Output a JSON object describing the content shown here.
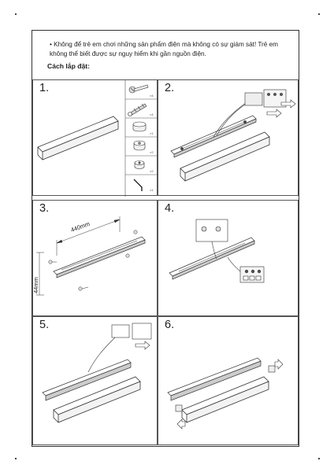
{
  "warning_text": "• Không để trẻ em chơi những sản phẩm điện mà không có sự giám sát! Trẻ em không thể biết được sự nguy hiểm khi gần nguồn điện.",
  "section_title": "Cách lắp đặt:",
  "steps": [
    {
      "number": "1."
    },
    {
      "number": "2."
    },
    {
      "number": "3."
    },
    {
      "number": "4."
    },
    {
      "number": "5."
    },
    {
      "number": "6."
    }
  ],
  "parts": [
    {
      "name": "screw",
      "qty": "×4"
    },
    {
      "name": "wall-anchor",
      "qty": "×4"
    },
    {
      "name": "cap-large",
      "qty": "×1"
    },
    {
      "name": "cap-medium",
      "qty": "×2"
    },
    {
      "name": "cap-small",
      "qty": "×2"
    },
    {
      "name": "allen-key",
      "qty": "×1"
    }
  ],
  "dimensions": {
    "width": "440mm",
    "height": "44mm"
  }
}
